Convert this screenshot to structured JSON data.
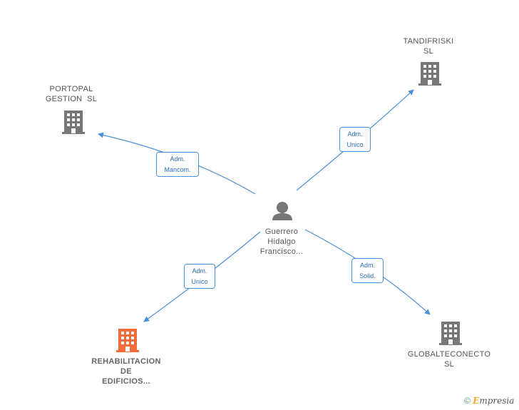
{
  "center": {
    "lines": [
      "Guerrero",
      "Hidalgo",
      "Francisco..."
    ]
  },
  "companies": {
    "portopal": {
      "lines": [
        "PORTOPAL",
        "GESTION  SL"
      ]
    },
    "tandifriski": {
      "lines": [
        "TANDIFRISKI",
        "SL"
      ]
    },
    "rehabilitacion": {
      "lines": [
        "REHABILITACION",
        "DE",
        "EDIFICIOS..."
      ]
    },
    "globalteconecto": {
      "lines": [
        "GLOBALTECONECTO",
        "SL"
      ]
    }
  },
  "edges": {
    "portopal": {
      "lines": [
        "Adm.",
        "Mancom."
      ]
    },
    "tandifriski": {
      "lines": [
        "Adm.",
        "Unico"
      ]
    },
    "rehabilitacion": {
      "lines": [
        "Adm.",
        "Unico"
      ]
    },
    "globalteconecto": {
      "lines": [
        "Adm.",
        "Solid."
      ]
    }
  },
  "colors": {
    "edge": "#4a90d9",
    "building": "#777777",
    "building_highlight": "#f26b3a",
    "person": "#777777"
  },
  "footer": {
    "copyright": "©",
    "brand_first": "E",
    "brand_rest": "mpresia"
  }
}
